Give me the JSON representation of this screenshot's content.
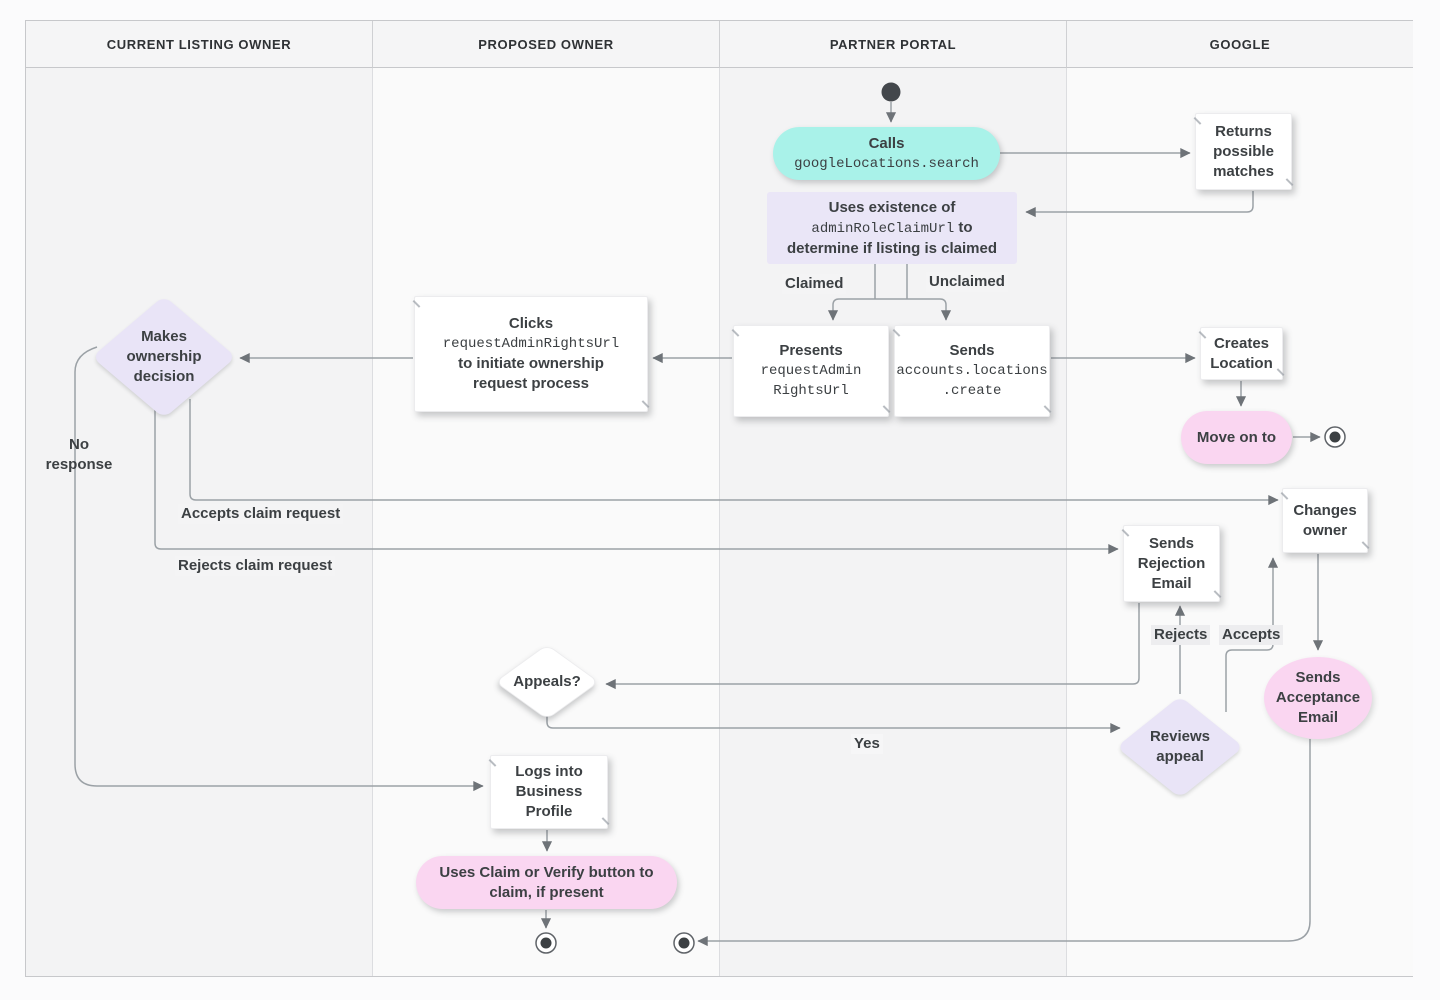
{
  "header": {
    "lanes": [
      "CURRENT LISTING OWNER",
      "PROPOSED OWNER",
      "PARTNER PORTAL",
      "GOOGLE"
    ]
  },
  "nodes": {
    "calls": {
      "title": "Calls",
      "code": "googleLocations.search"
    },
    "returns": {
      "text": "Returns possible matches"
    },
    "uses": {
      "line1": "Uses existence of",
      "code": "adminRoleClaimUrl",
      "line2b": " to",
      "line3": "determine if listing is claimed"
    },
    "presents": {
      "title": "Presents",
      "code1": "requestAdmin",
      "code2": "RightsUrl"
    },
    "sendsCreate": {
      "title": "Sends",
      "code1": "accounts.locations",
      "code2": ".create"
    },
    "clicks": {
      "title": "Clicks",
      "code": "requestAdminRightsUrl",
      "line2": "to initiate ownership",
      "line3": "request process"
    },
    "decision": {
      "text": "Makes ownership decision"
    },
    "creates": {
      "text": "Creates Location"
    },
    "moveOn": {
      "text": "Move on to"
    },
    "changes": {
      "text": "Changes owner"
    },
    "rejection": {
      "text": "Sends Rejection Email"
    },
    "appeals": {
      "text": "Appeals?"
    },
    "reviews": {
      "text": "Reviews appeal"
    },
    "acceptance": {
      "text": "Sends Acceptance Email"
    },
    "logs": {
      "text": "Logs into Business Profile"
    },
    "claimButton": {
      "text": "Uses Claim or Verify button to claim, if present"
    }
  },
  "edgeLabels": {
    "claimed": "Claimed",
    "unclaimed": "Unclaimed",
    "noResponse": "No response",
    "acceptsClaim": "Accepts claim request",
    "rejectsClaim": "Rejects claim request",
    "rejects": "Rejects",
    "accepts": "Accepts",
    "yes": "Yes"
  },
  "colors": {
    "teal": "#a9f2e9",
    "lavender": "#eae6f7",
    "pink": "#fad6f1",
    "line": "#9ba1a6",
    "arrow": "#6e7378",
    "text": "#3c4043"
  }
}
